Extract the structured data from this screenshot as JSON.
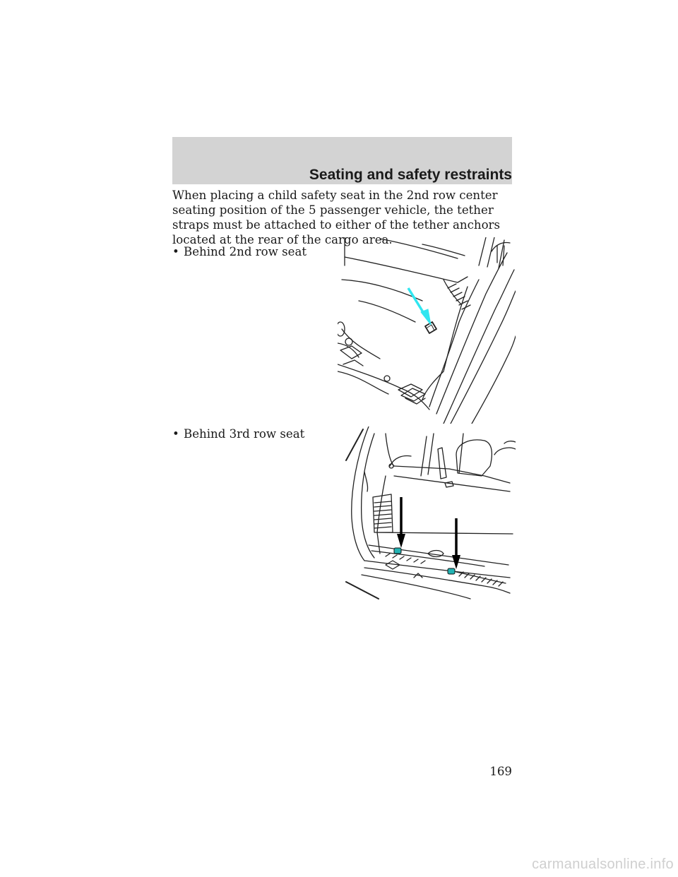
{
  "header": {
    "section_title": "Seating and safety restraints"
  },
  "body": {
    "intro": "When placing a child safety seat in the 2nd row center seating position of the 5 passenger vehicle, the tether straps must be attached to either of the tether anchors located at the rear of the cargo area.",
    "bullets": [
      {
        "marker": "•",
        "text": "Behind 2nd row seat"
      },
      {
        "marker": "•",
        "text": "Behind 3rd row seat"
      }
    ]
  },
  "illustrations": {
    "second_row": {
      "arrow_color": "#30e6f0"
    },
    "third_row": {
      "arrow_color": "#000000",
      "anchor_color": "#22b3b3"
    }
  },
  "footer": {
    "page_number": "169"
  },
  "watermark": "carmanualsonline.info"
}
